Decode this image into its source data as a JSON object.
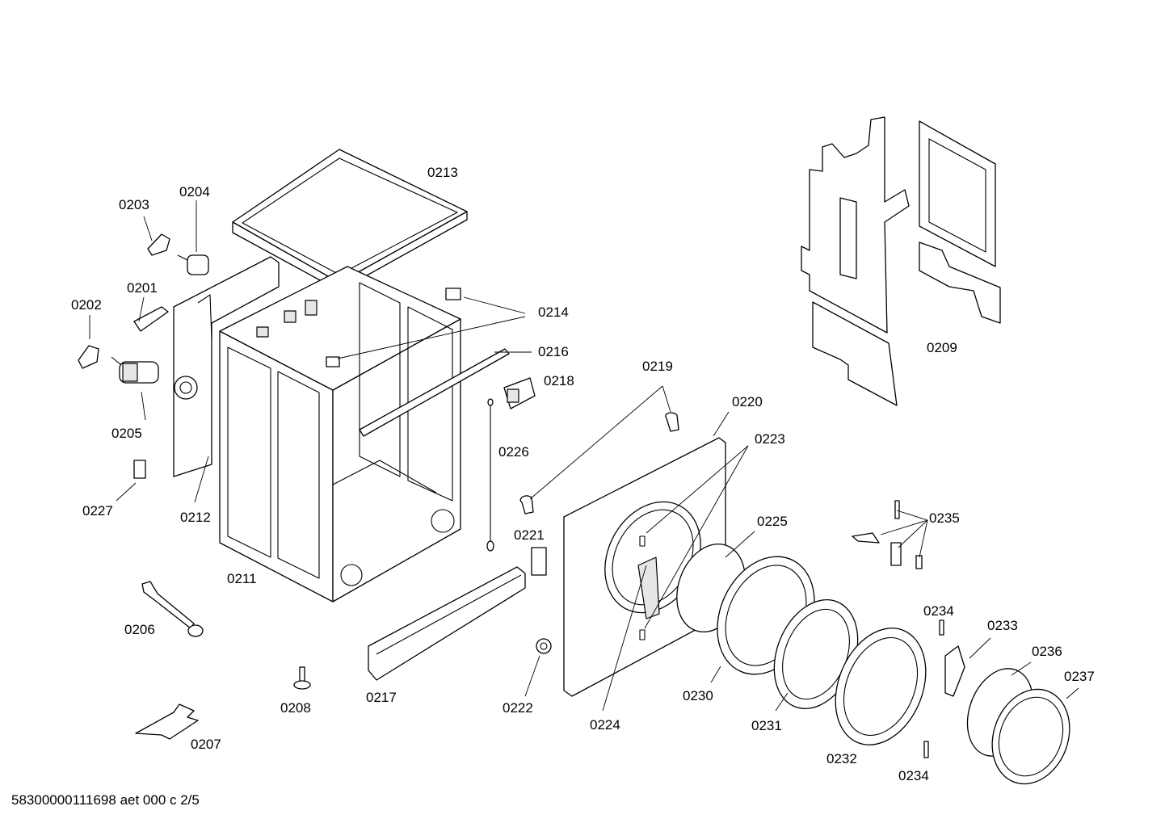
{
  "labels": {
    "p0201": "0201",
    "p0202": "0202",
    "p0203": "0203",
    "p0204": "0204",
    "p0205": "0205",
    "p0206": "0206",
    "p0207": "0207",
    "p0208": "0208",
    "p0209": "0209",
    "p0211": "0211",
    "p0212": "0212",
    "p0213": "0213",
    "p0214": "0214",
    "p0216": "0216",
    "p0217": "0217",
    "p0218": "0218",
    "p0219": "0219",
    "p0220": "0220",
    "p0221": "0221",
    "p0222": "0222",
    "p0223": "0223",
    "p0224": "0224",
    "p0225": "0225",
    "p0226": "0226",
    "p0227": "0227",
    "p0230": "0230",
    "p0231": "0231",
    "p0232": "0232",
    "p0233": "0233",
    "p0234a": "0234",
    "p0234b": "0234",
    "p0235": "0235",
    "p0236": "0236",
    "p0237": "0237"
  },
  "footer": "58300000111698 aet 000 c 2/5"
}
